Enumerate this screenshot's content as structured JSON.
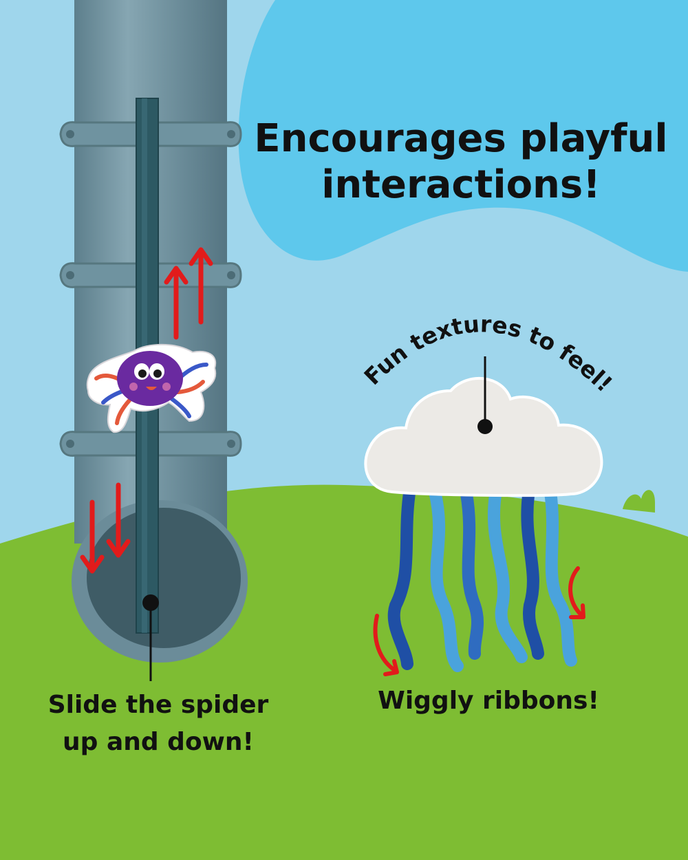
{
  "headline": {
    "line1": "Encourages playful",
    "line2": "interactions!"
  },
  "captions": {
    "spider_line1": "Slide the spider",
    "spider_line2": "up and down!",
    "ribbons": "Wiggly ribbons!",
    "textures": "Fun textures to feel!"
  },
  "colors": {
    "sky": "#9fd6ec",
    "blob": "#5ec8ec",
    "grass": "#7ebd33",
    "tube": "#6c8f9c",
    "arrow": "#e21b1b",
    "spider": "#6a2aa0",
    "cloud": "#eceae6",
    "ribbon_light": "#4aa3dc",
    "ribbon_dark": "#1f4fa5"
  }
}
